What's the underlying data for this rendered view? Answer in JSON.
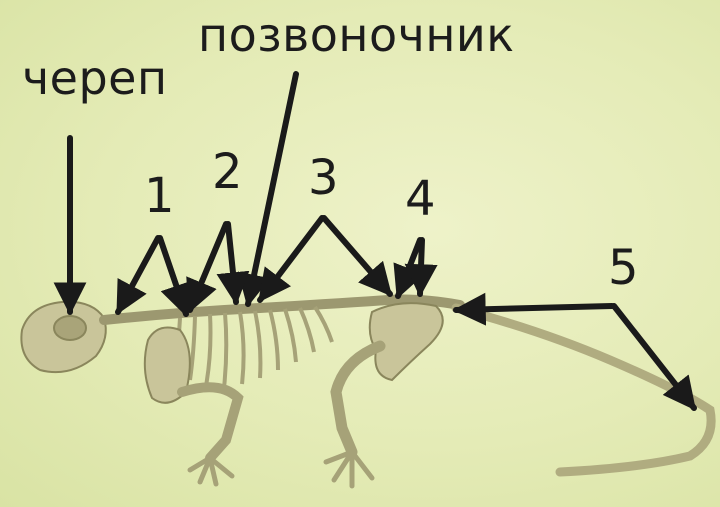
{
  "labels": {
    "skull": "череп",
    "spine": "позвоночник",
    "n1": "1",
    "n2": "2",
    "n3": "3",
    "n4": "4",
    "n5": "5"
  }
}
